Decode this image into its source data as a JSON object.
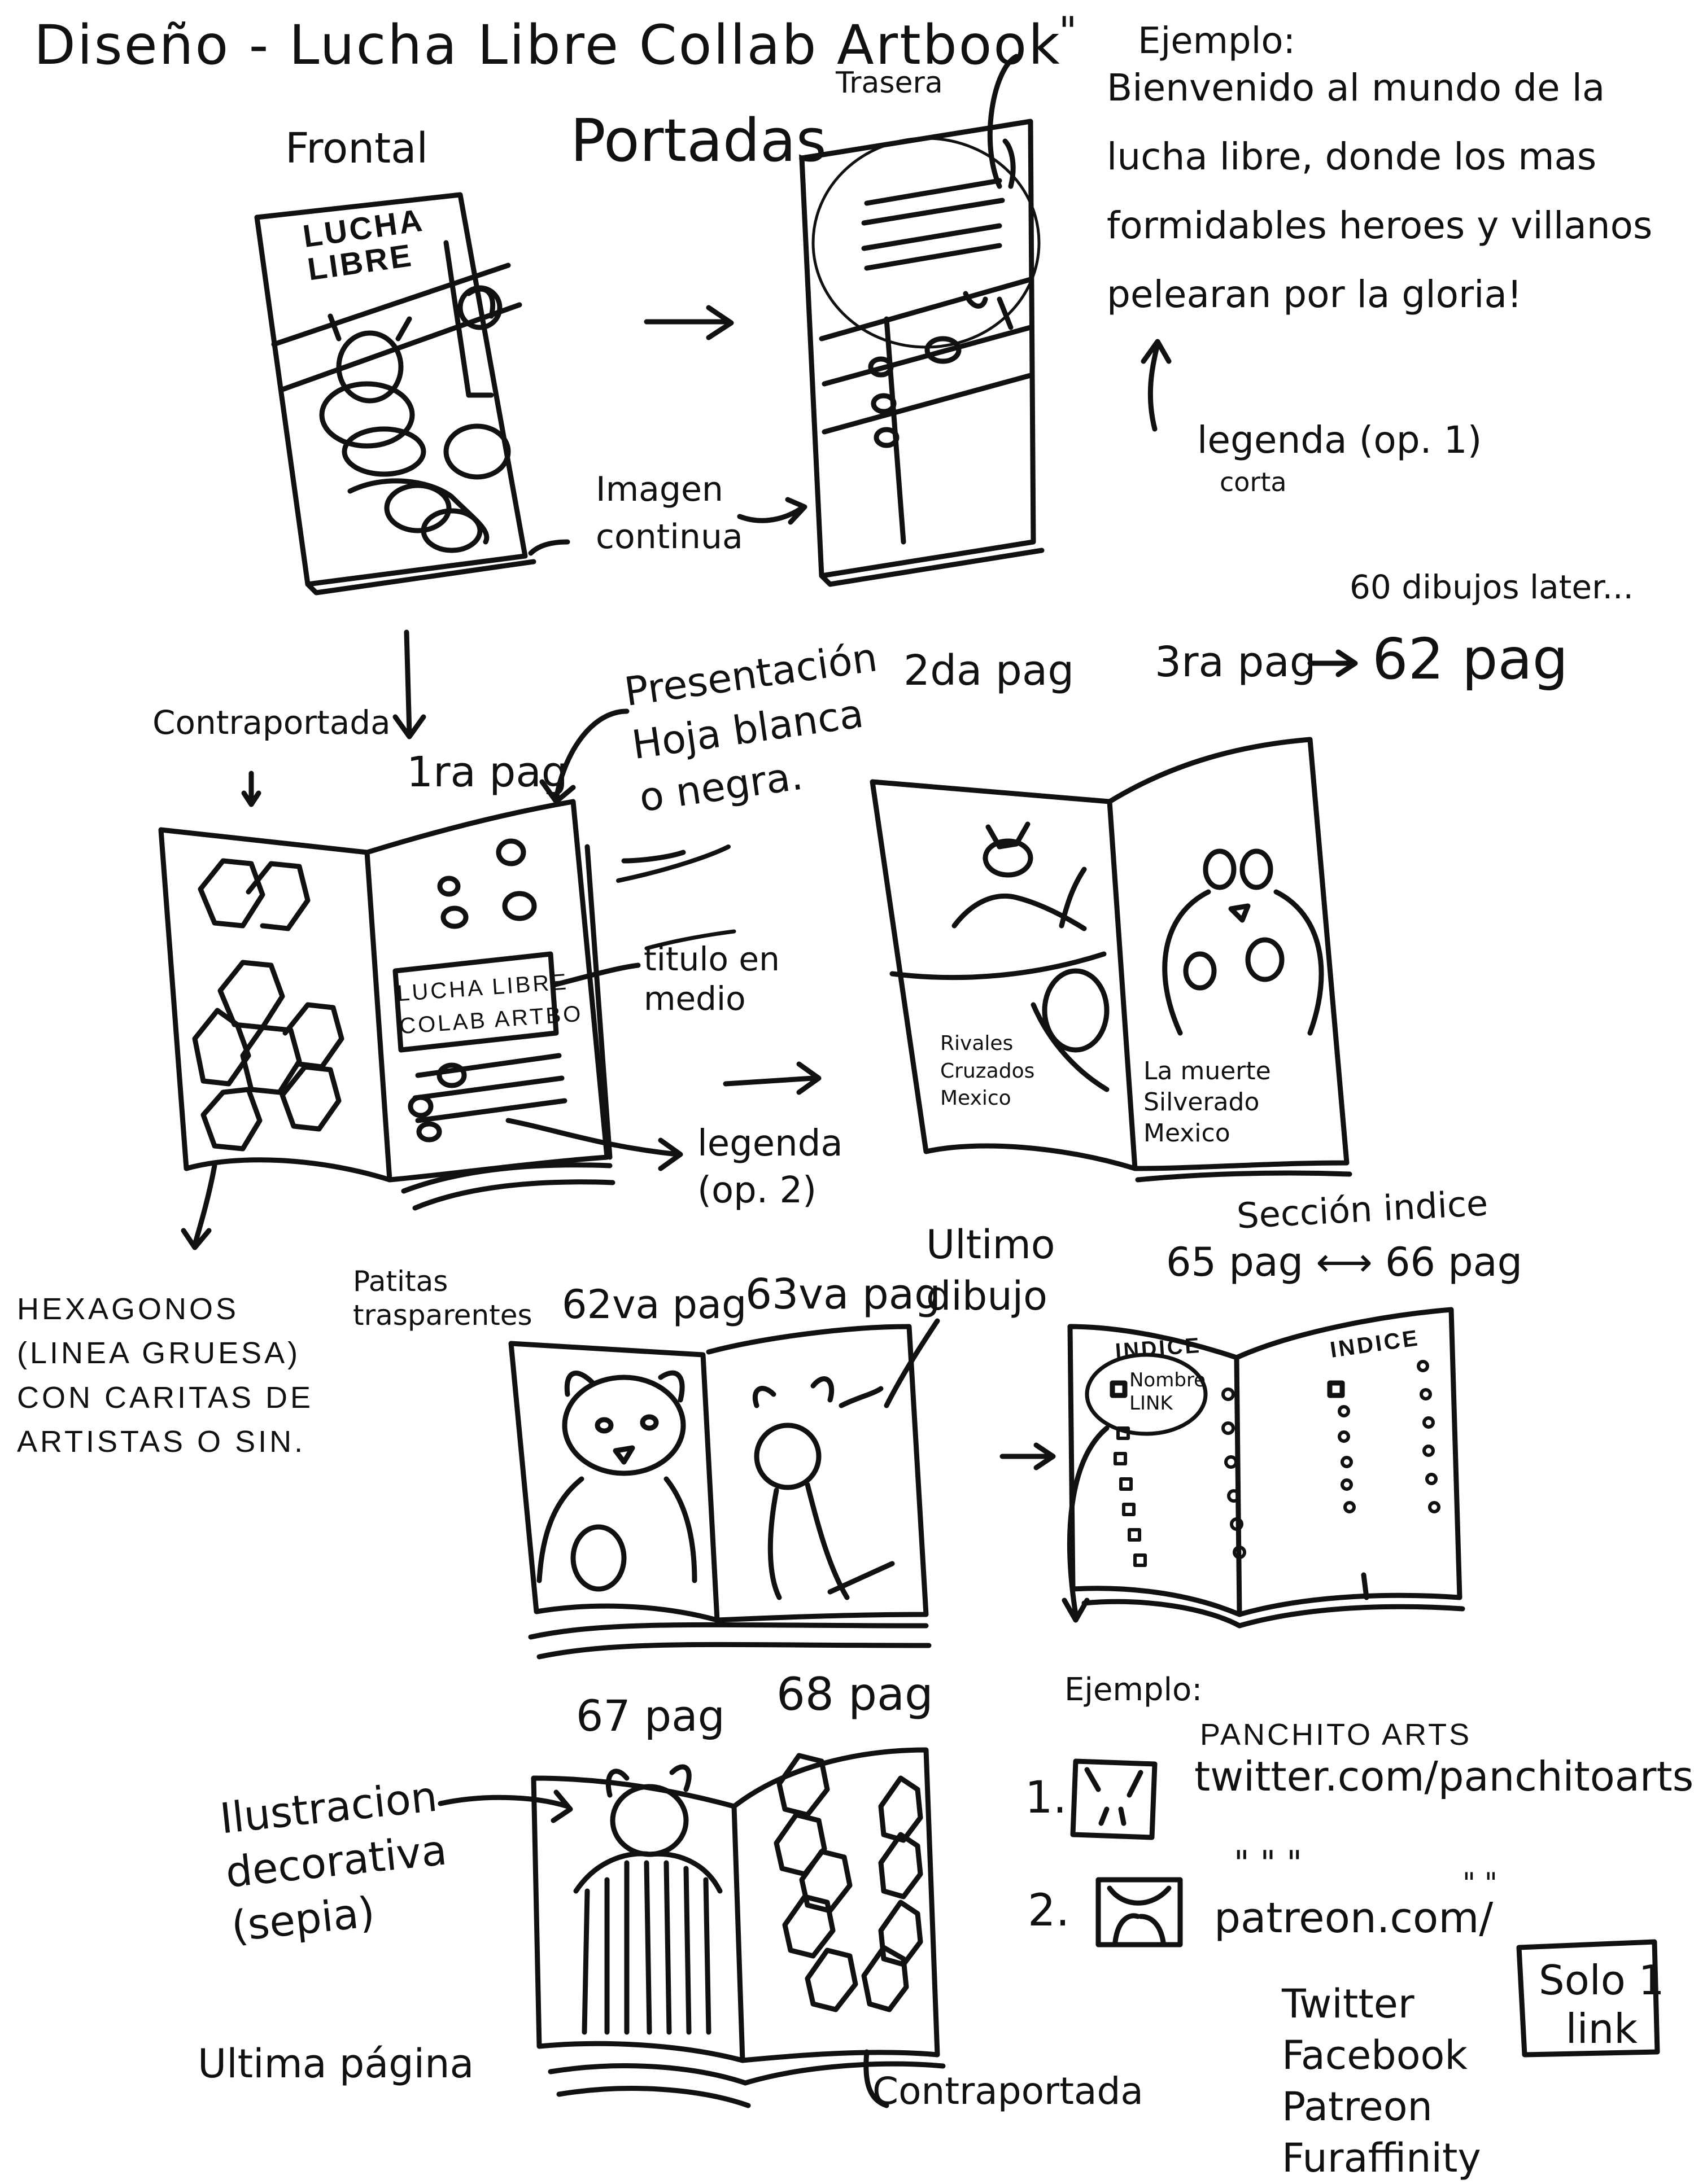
{
  "title": "Diseño - Lucha Libre Collab Artbook",
  "quote_open": "\"",
  "example_top": {
    "heading": "Ejemplo:",
    "text": "Bienvenido al mundo de la\nlucha libre, donde los mas\nformidables heroes y villanos\npelearan por la gloria!"
  },
  "legend_short": {
    "text": "legenda (op. 1)",
    "sub": "corta"
  },
  "covers": {
    "front": "Frontal",
    "label": "Portadas",
    "back": "Trasera",
    "cover_title": "LUCHA\nLIBRE",
    "continuous": "Imagen\ncontinua"
  },
  "spread_intro": {
    "contraportada": "Contraportada",
    "first_page": "1ra pag",
    "presentation": "Presentación\nHoja blanca\no negra.",
    "book_title": "LUCHA LIBRE\nCOLAB ARTBO",
    "title_middle": "titulo en\nmedio",
    "legend2": "legenda\n(op. 2)",
    "hexagons": "HEXAGONOS\n(LINEA GRUESA)\nCON CARITAS DE\nARTISTAS O SIN.",
    "paws": "Patitas\ntrasparentes"
  },
  "spread_artwork": {
    "second_page": "2da pag",
    "third_page": "3ra pag",
    "later": "60 dibujos later...",
    "page62": "62 pag",
    "caption_left": "Rivales\nCruzados\nMexico",
    "caption_right": "La muerte\nSilverado\nMexico"
  },
  "spread_last": {
    "page62": "62va pag",
    "page63": "63va pag",
    "last_drawing": "Ultimo\ndibujo"
  },
  "spread_index": {
    "section": "Sección indice",
    "pages": "65 pag ⟷ 66 pag",
    "index_label": "INDICE",
    "name_link": "Nombre\nLINK"
  },
  "spread_end": {
    "page67": "67 pag",
    "page68": "68 pag",
    "illustration": "Ilustracion\ndecorativa\n(sepia)",
    "last_page": "Ultima página",
    "contraportada": "Contraportada"
  },
  "example_bottom": {
    "heading": "Ejemplo:",
    "item1_num": "1.",
    "item1_name": "PANCHITO ARTS",
    "item1_link": "twitter.com/panchitoarts",
    "item2_num": "2.",
    "item2_ditto": "\"     \"     \"",
    "item2_link": "patreon.com/",
    "item2_ditto2": "\"   \"",
    "platforms": "Twitter\nFacebook\nPatreon\nFuraffinity",
    "solo_link": "Solo 1\nlink"
  }
}
